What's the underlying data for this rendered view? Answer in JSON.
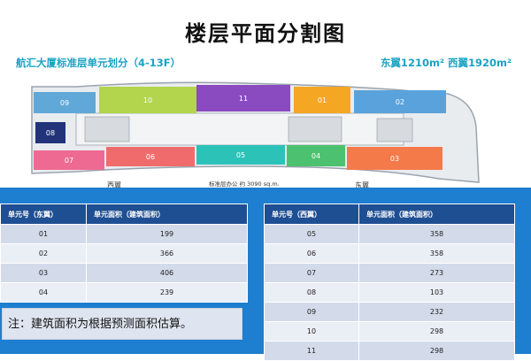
{
  "title": "楼层平面分割图",
  "subtitle": "航汇大厦标准层单元划分（4-13F）",
  "area_note": "东翼1210m²  西翼1920m²",
  "plan": {
    "units": [
      {
        "id": "09",
        "color": "#5fa8d8"
      },
      {
        "id": "10",
        "color": "#b2d54d"
      },
      {
        "id": "11",
        "color": "#8a4ac0"
      },
      {
        "id": "01",
        "color": "#f5a623"
      },
      {
        "id": "02",
        "color": "#5aa2dc"
      },
      {
        "id": "08",
        "color": "#22337a"
      },
      {
        "id": "07",
        "color": "#ee6a93"
      },
      {
        "id": "06",
        "color": "#f06c6c"
      },
      {
        "id": "05",
        "color": "#2cc2b8"
      },
      {
        "id": "04",
        "color": "#4cc16f"
      },
      {
        "id": "03",
        "color": "#f47a4a"
      }
    ],
    "west_label": "西翼",
    "east_label": "东翼",
    "caption": "标准层办公 约 3090 sq.m."
  },
  "table_east": {
    "headers": [
      "单元号（东翼）",
      "单元面积（建筑面积）"
    ],
    "rows": [
      [
        "01",
        "199"
      ],
      [
        "02",
        "366"
      ],
      [
        "03",
        "406"
      ],
      [
        "04",
        "239"
      ]
    ]
  },
  "table_west": {
    "headers": [
      "单元号（西翼）",
      "单元面积（建筑面积）"
    ],
    "rows": [
      [
        "05",
        "358"
      ],
      [
        "06",
        "358"
      ],
      [
        "07",
        "273"
      ],
      [
        "08",
        "103"
      ],
      [
        "09",
        "232"
      ],
      [
        "10",
        "298"
      ],
      [
        "11",
        "298"
      ]
    ]
  },
  "footnote": "注：建筑面积为根据预测面积估算。"
}
